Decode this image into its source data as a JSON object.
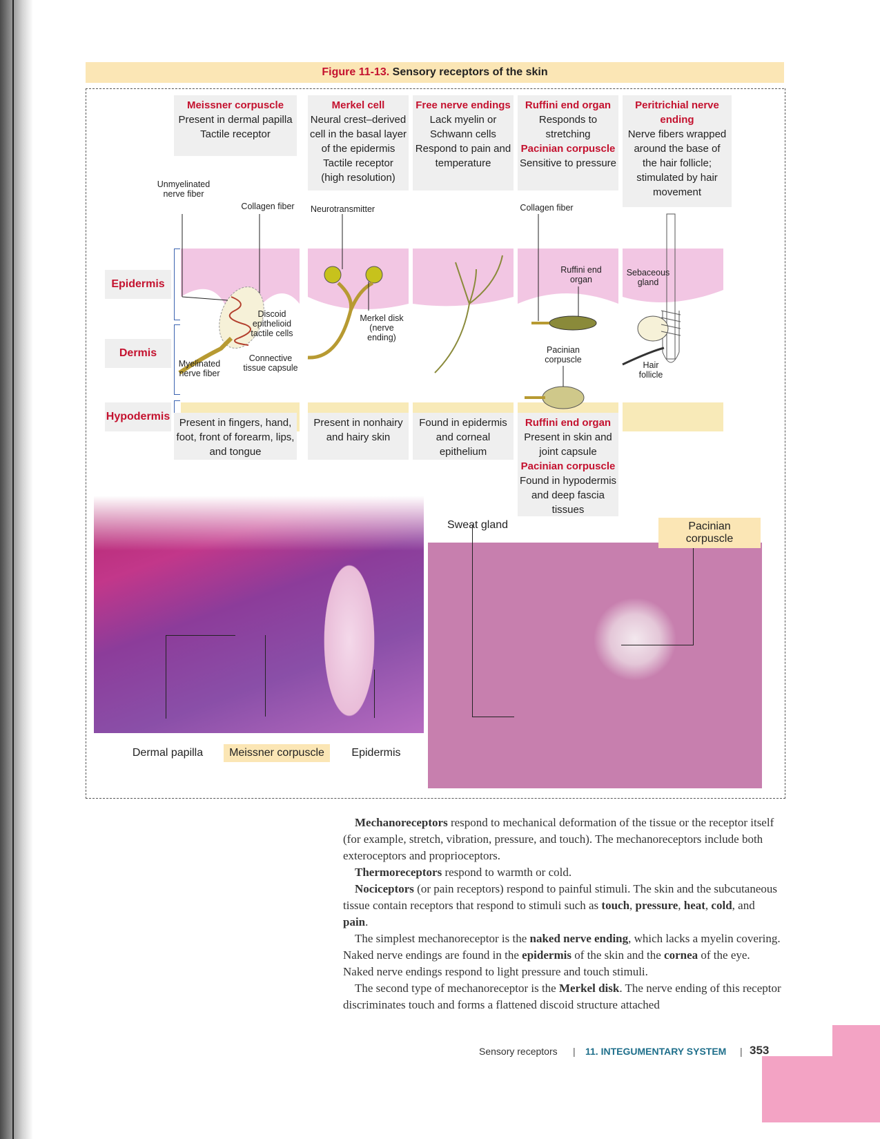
{
  "figure": {
    "number": "Figure 11-13.",
    "title": "Sensory receptors of the skin"
  },
  "columns": [
    {
      "title": "Meissner corpuscle",
      "lines": [
        "Present in dermal papilla",
        "Tactile receptor"
      ]
    },
    {
      "title": "Merkel cell",
      "lines": [
        "Neural crest–derived",
        "cell in the basal layer",
        "of the epidermis",
        "Tactile receptor",
        "(high resolution)"
      ]
    },
    {
      "title": "Free nerve endings",
      "lines": [
        "Lack myelin or",
        "Schwann cells",
        "Respond to pain and",
        "temperature"
      ]
    },
    {
      "title": "Ruffini end organ",
      "lines": [
        "Responds to",
        "stretching"
      ],
      "title2": "Pacinian corpuscle",
      "lines2": [
        "Sensitive to pressure"
      ]
    },
    {
      "title": "Peritrichial nerve ending",
      "lines": [
        "Nerve fibers wrapped",
        "around the base of",
        "the hair follicle;",
        "stimulated by hair",
        "movement"
      ]
    }
  ],
  "layers": [
    "Epidermis",
    "Dermis",
    "Hypodermis"
  ],
  "diagram_labels": {
    "unmyelinated": "Unmyelinated nerve fiber",
    "collagen1": "Collagen fiber",
    "discoid": "Discoid epithelioid tactile cells",
    "connective": "Connective tissue capsule",
    "myelinated": "Myelinated nerve fiber",
    "neurotransmitter": "Neurotransmitter",
    "merkel_disk": "Merkel disk (nerve ending)",
    "collagen2": "Collagen fiber",
    "ruffini": "Ruffini end organ",
    "pacinian": "Pacinian corpuscle",
    "sebaceous": "Sebaceous gland",
    "hair": "Hair follicle"
  },
  "locations": {
    "meissner": [
      "Present in fingers, hand,",
      "foot, front of forearm, lips,",
      "and tongue"
    ],
    "merkel": [
      "Present in nonhairy",
      "and hairy skin"
    ],
    "free": [
      "Found in epidermis",
      "and corneal",
      "epithelium"
    ],
    "ruffini_title": "Ruffini end organ",
    "ruffini": [
      "Present in skin and",
      "joint capsule"
    ],
    "pacinian_title": "Pacinian corpuscle",
    "pacinian": [
      "Found in hypodermis",
      "and deep fascia",
      "tissues"
    ]
  },
  "micrograph_labels": {
    "dermal_papilla": "Dermal papilla",
    "meissner": "Meissner corpuscle",
    "epidermis": "Epidermis",
    "sweat_gland": "Sweat gland",
    "pacinian": "Pacinian corpuscle"
  },
  "body": {
    "p1_term": "Mechanoreceptors",
    "p1": " respond to mechanical deformation of the tissue or the receptor itself (for example, stretch, vibration, pressure, and touch). The mechanoreceptors include both exteroceptors and proprioceptors.",
    "p2_term": "Thermoreceptors",
    "p2": " respond to warmth or cold.",
    "p3_term": "Nociceptors",
    "p3": " (or pain receptors) respond to painful stimuli. The skin and the subcutaneous tissue contain receptors that respond to stimuli such as ",
    "p3_b1": "touch",
    "p3_s1": ", ",
    "p3_b2": "pressure",
    "p3_s2": ", ",
    "p3_b3": "heat",
    "p3_s3": ", ",
    "p3_b4": "cold",
    "p3_s4": ", and ",
    "p3_b5": "pain",
    "p3_s5": ".",
    "p4_a": "The simplest mechanoreceptor is the ",
    "p4_b1": "naked nerve ending",
    "p4_c": ", which lacks a myelin covering. Naked nerve endings are found in the ",
    "p4_b2": "epidermis",
    "p4_d": " of the skin and the ",
    "p4_b3": "cornea",
    "p4_e": " of the eye. Naked nerve endings respond to light pressure and touch stimuli.",
    "p5_a": "The second type of mechanoreceptor is the ",
    "p5_b": "Merkel disk",
    "p5_c": ". The nerve ending of this receptor discriminates touch and forms a flattened discoid structure attached"
  },
  "footer": {
    "section": "Sensory receptors",
    "chapter": "11. INTEGUMENTARY SYSTEM",
    "page": "353"
  }
}
